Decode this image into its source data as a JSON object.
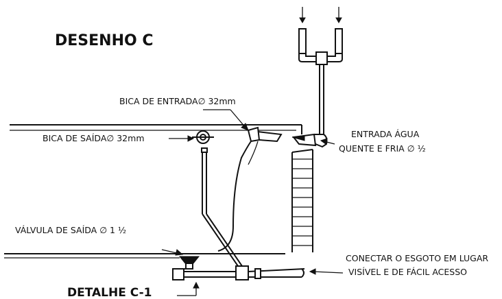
{
  "title": "DESENHO C",
  "detail_label": "DETALHE C-1",
  "labels": {
    "inlet_spout": "BICA DE ENTRADA∅ 32mm",
    "outlet_spout": "BICA DE SAÍDA∅ 32mm",
    "water_inlet_line1": "ENTRADA ÁGUA",
    "water_inlet_line2": "QUENTE E FRIA ∅ ½",
    "drain_valve": "VÁLVULA DE SAÍDA  ∅ 1 ½",
    "sewer_line1": "CONECTAR O ESGOTO EM LUGAR",
    "sewer_line2": "VISÍVEL E DE FÁCIL ACESSO"
  },
  "icons": {
    "flow_arrows": "arrow-down-icon",
    "outlet": "crosshair-circle-icon"
  }
}
